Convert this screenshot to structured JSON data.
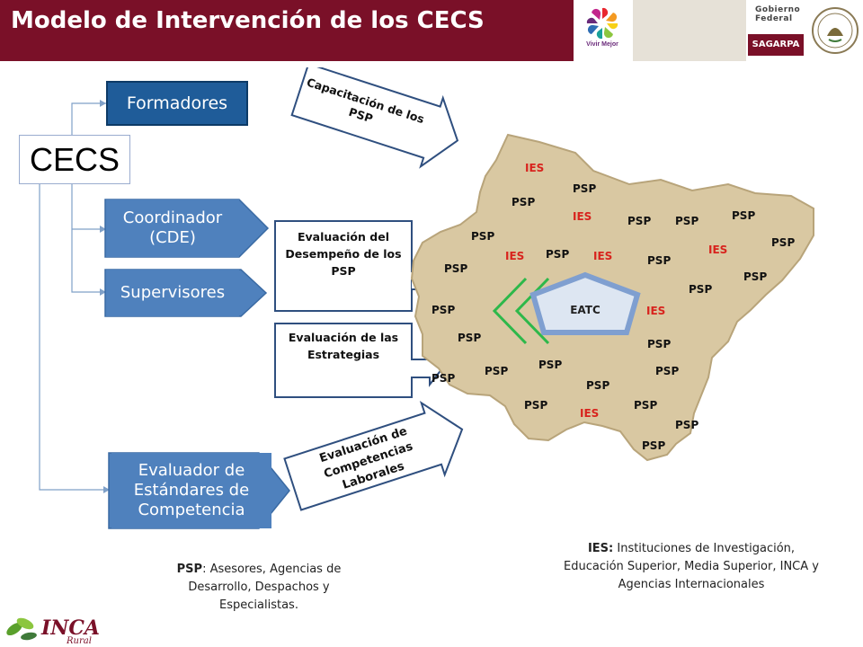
{
  "title": "Modelo de Intervención de los CECS",
  "logos": {
    "vivir_mejor": "Vivir Mejor",
    "gobierno": "Gobierno Federal",
    "sagarpa": "SAGARPA",
    "inca": "INCA",
    "inca_sub": "Rural"
  },
  "cecs": "CECS",
  "roles": {
    "formadores": "Formadores",
    "coordinador": "Coordinador (CDE)",
    "supervisores": "Supervisores",
    "evaluador": "Evaluador de Estándares de Competencia"
  },
  "actions": {
    "capacitacion": "Capacitación de los PSP",
    "evaluacion_desempeno": "Evaluación del Desempeño de los PSP",
    "evaluacion_estrategias": "Evaluación de las Estrategias",
    "evaluacion_competencias": "Evaluación de Competencias Laborales"
  },
  "map": {
    "center": "EATC",
    "psp_label": "PSP",
    "ies_label": "IES"
  },
  "legend": {
    "psp_term": "PSP",
    "psp_def": ": Asesores, Agencias de Desarrollo, Despachos y Especialistas.",
    "ies_term": "IES:",
    "ies_def": " Instituciones de Investigación, Educación Superior, Media Superior, INCA y Agencias Internacionales"
  },
  "colors": {
    "header": "#7a1028",
    "role_box": "#4f81bd",
    "formadores_box": "#1f5c99",
    "map_fill": "#d9c8a2",
    "ies_text": "#d8231d",
    "eatc_fill": "#7f9fd0",
    "chevron": "#2db84a"
  }
}
